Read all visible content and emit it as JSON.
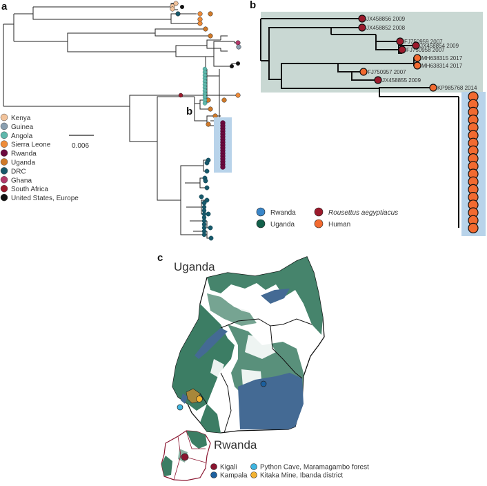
{
  "panels": {
    "a": "a",
    "b": "b",
    "b_inset": "b",
    "c": "c"
  },
  "panel_a": {
    "scale_bar": "0.006",
    "legend": [
      {
        "label": "Kenya",
        "color": "#f2c39b"
      },
      {
        "label": "Guinea",
        "color": "#8a9fb0"
      },
      {
        "label": "Angola",
        "color": "#5fb8ac"
      },
      {
        "label": "Sierra Leone",
        "color": "#ee8c3a"
      },
      {
        "label": "Rwanda",
        "color": "#6b0a3e"
      },
      {
        "label": "Uganda",
        "color": "#cf7a2a"
      },
      {
        "label": "DRC",
        "color": "#17596b"
      },
      {
        "label": "Ghana",
        "color": "#b23a6a"
      },
      {
        "label": "South Africa",
        "color": "#9c1a2c"
      },
      {
        "label": "United States, Europe",
        "color": "#111111"
      }
    ]
  },
  "panel_b": {
    "tips": [
      {
        "label": "JX458856 2009",
        "type": "bat"
      },
      {
        "label": "JX458852 2008",
        "type": "bat"
      },
      {
        "label": "FJ750959 2007",
        "type": "bat"
      },
      {
        "label": "JX458854 2009",
        "type": "bat"
      },
      {
        "label": "FJ750958 2007",
        "type": "bat"
      },
      {
        "label": "MH638315 2017",
        "type": "human"
      },
      {
        "label": "MH638314 2017",
        "type": "human"
      },
      {
        "label": "FJ750957 2007",
        "type": "human"
      },
      {
        "label": "JX458855 2009",
        "type": "bat"
      },
      {
        "label": "KP985768 2014",
        "type": "human"
      }
    ],
    "legend": {
      "rwanda": "Rwanda",
      "uganda": "Uganda",
      "bat": "Rousettus aegyptiacus",
      "human": "Human"
    },
    "colors": {
      "rwanda": "#3a86c8",
      "uganda": "#12604a",
      "bat": "#9c1a2c",
      "human": "#f26a30"
    }
  },
  "panel_c": {
    "country_uganda": "Uganda",
    "country_rwanda": "Rwanda",
    "legend": [
      {
        "label": "Kigali",
        "color": "#8a1530"
      },
      {
        "label": "Kampala",
        "color": "#1c5f9e"
      },
      {
        "label": "Python Cave, Maramagambo forest",
        "color": "#3fb5e0"
      },
      {
        "label": "Kitaka Mine, Ibanda district",
        "color": "#f2b233"
      }
    ],
    "colors": {
      "forest": "#3c7d64",
      "water": "#446a94"
    }
  }
}
